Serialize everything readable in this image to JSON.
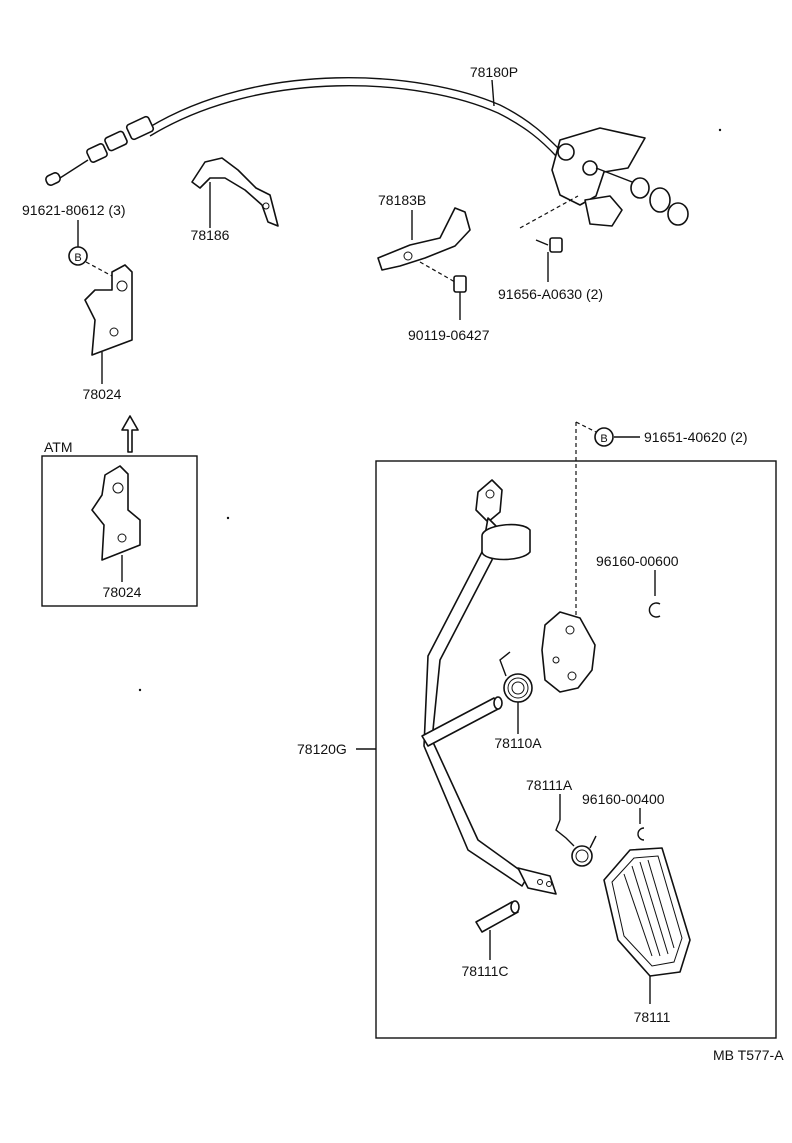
{
  "labels": {
    "cable": "78180P",
    "bolt_3": "91621-80612 (3)",
    "clip": "78186",
    "bracket_b": "78183B",
    "bolt_2": "91656-A0630 (2)",
    "bolt_1": "90119-06427",
    "bracket_top": "78024",
    "atm_title": "ATM",
    "bracket_atm": "78024",
    "ref_b_bolt": "91651-40620 (2)",
    "ring_upper": "96160-00600",
    "spring_110a": "78110A",
    "pedal_lever": "78120G",
    "spring_111a": "78111A",
    "ring_lower": "96160-00400",
    "pin": "78111C",
    "pedal_pad": "78111",
    "footer_code": "MB T577-A",
    "ref_marker": "B"
  }
}
